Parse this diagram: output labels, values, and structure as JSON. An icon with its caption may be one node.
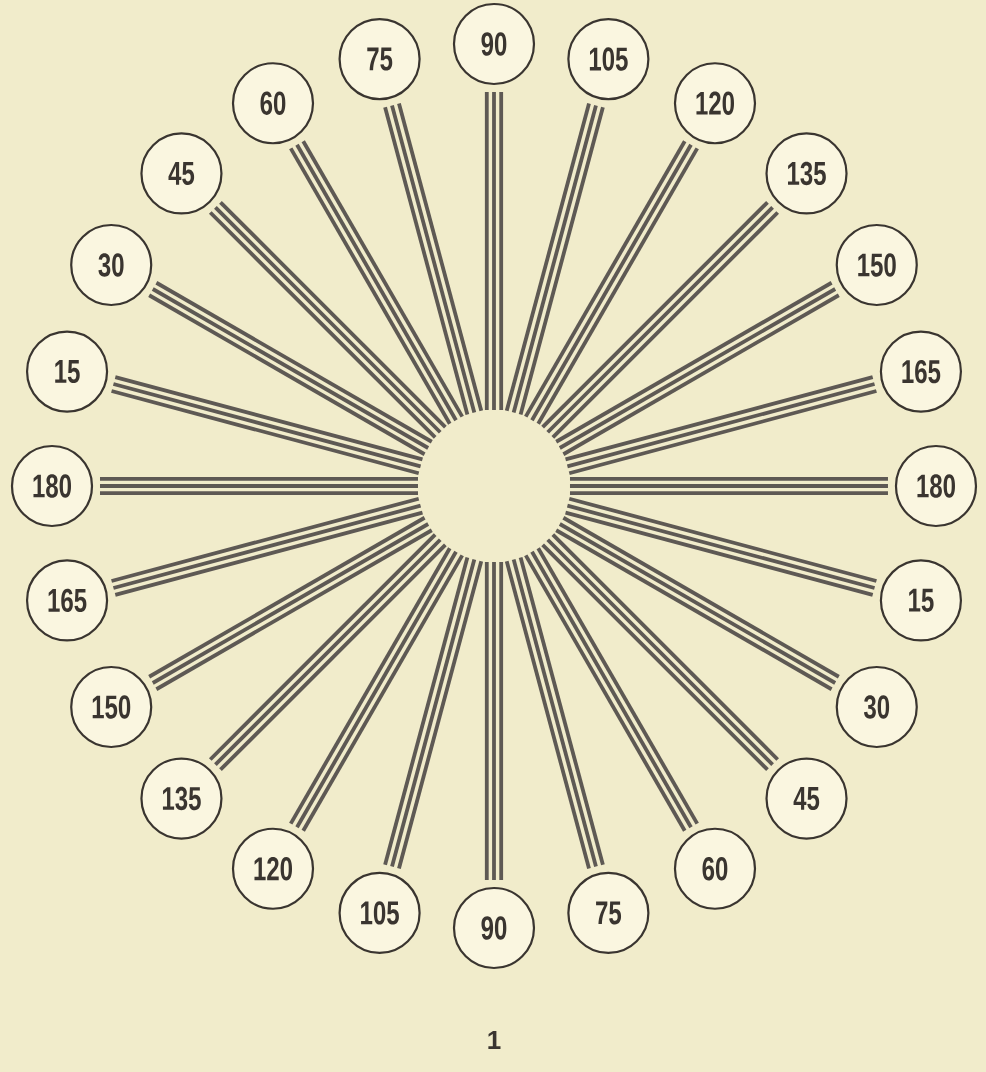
{
  "diagram": {
    "nodes": [
      {
        "text": [
          "90"
        ]
      },
      {
        "text": [
          "105"
        ]
      },
      {
        "text": [
          "120"
        ]
      },
      {
        "text": [
          "135"
        ]
      },
      {
        "text": [
          "150"
        ]
      },
      {
        "text": [
          "165"
        ]
      },
      {
        "text": [
          "180"
        ]
      },
      {
        "text": [
          "15"
        ]
      },
      {
        "text": [
          "30"
        ]
      },
      {
        "text": [
          "45"
        ]
      },
      {
        "text": [
          "60"
        ]
      },
      {
        "text": [
          "75"
        ]
      },
      {
        "text": [
          "90"
        ]
      },
      {
        "text": [
          "105"
        ]
      },
      {
        "text": [
          "120"
        ]
      },
      {
        "text": [
          "135"
        ]
      },
      {
        "text": [
          "150"
        ]
      },
      {
        "text": [
          "165"
        ]
      },
      {
        "text": [
          "180"
        ]
      },
      {
        "text": [
          "15"
        ]
      },
      {
        "text": [
          "30"
        ]
      },
      {
        "text": [
          "45"
        ]
      },
      {
        "text": [
          "60"
        ]
      },
      {
        "text": [
          "75"
        ]
      }
    ],
    "labels": [
      "1"
    ]
  }
}
